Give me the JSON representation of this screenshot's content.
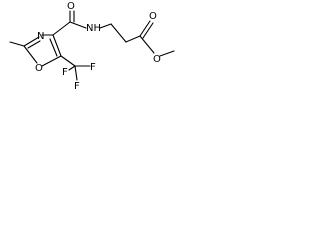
{
  "molecule": {
    "atoms": [
      {
        "id": "n_amide",
        "label": "NH"
      },
      {
        "id": "o_amide",
        "label": "O"
      },
      {
        "id": "n_ring",
        "label": "N"
      },
      {
        "id": "o_ring",
        "label": "O"
      },
      {
        "id": "f_left",
        "label": "F"
      },
      {
        "id": "f_right",
        "label": "F"
      },
      {
        "id": "f_bottom",
        "label": "F"
      },
      {
        "id": "o_ester_carbonyl",
        "label": "O"
      },
      {
        "id": "o_ester_ether",
        "label": "O"
      }
    ]
  }
}
